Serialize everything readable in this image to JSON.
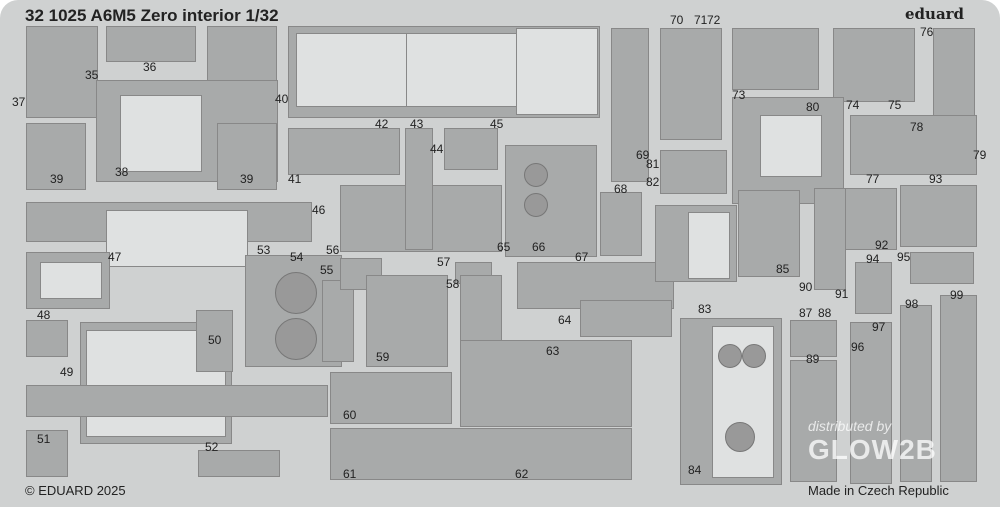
{
  "title": "32 1025 A6M5 Zero interior 1/32",
  "brand": "eduard",
  "copyright": "© EDUARD 2025",
  "origin": "Made in Czech Republic",
  "watermark": {
    "line1": "distributed by",
    "line2": "GLOW2B"
  },
  "parts": [
    "35",
    "36",
    "37",
    "38",
    "39",
    "39",
    "40",
    "41",
    "42",
    "43",
    "44",
    "45",
    "46",
    "47",
    "48",
    "49",
    "50",
    "51",
    "52",
    "53",
    "54",
    "55",
    "56",
    "57",
    "58",
    "59",
    "60",
    "61",
    "62",
    "63",
    "64",
    "65",
    "66",
    "67",
    "68",
    "69",
    "70",
    "71",
    "72",
    "73",
    "74",
    "75",
    "76",
    "77",
    "78",
    "79",
    "80",
    "81",
    "82",
    "83",
    "84",
    "85",
    "87",
    "88",
    "89",
    "90",
    "91",
    "92",
    "93",
    "94",
    "95",
    "96",
    "97",
    "98",
    "99"
  ]
}
